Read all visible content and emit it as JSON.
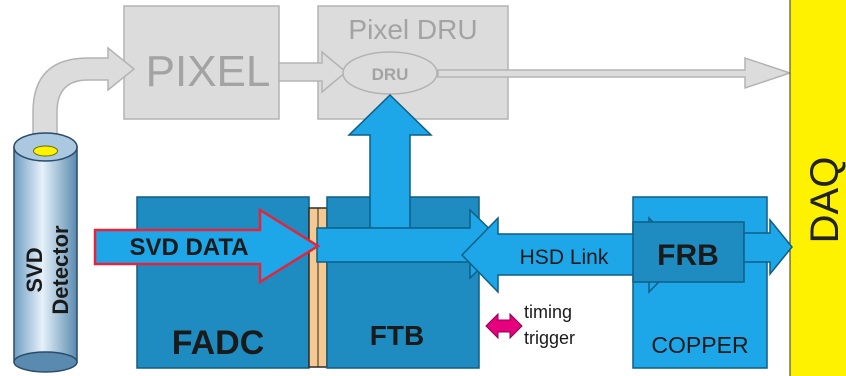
{
  "pixel_box": {
    "label": "PIXEL"
  },
  "pixel_dru_box": {
    "title": "Pixel DRU",
    "ellipse_label": "DRU"
  },
  "svd_detector": {
    "line1": "SVD",
    "line2": "Detector"
  },
  "fadc_box": {
    "label": "FADC"
  },
  "ftb_box": {
    "label": "FTB"
  },
  "svd_data_arrow": {
    "label": "SVD DATA"
  },
  "hsd_link_arrow": {
    "label": "HSD Link"
  },
  "timing_trigger": {
    "line1": "timing",
    "line2": "trigger"
  },
  "copper_box": {
    "label": "COPPER"
  },
  "frb_box": {
    "label": "FRB"
  },
  "daq_bar": {
    "label": "DAQ"
  },
  "colors": {
    "blue_box": "#1e8cc0",
    "blue_arrow": "#1da6e8",
    "red_outline": "#e5233b",
    "gray_fill": "#dcdcdc",
    "gray_text": "#a3a3a3",
    "daq_yellow": "#fff200",
    "magenta": "#e6007e",
    "connector": "#f5c98f"
  }
}
